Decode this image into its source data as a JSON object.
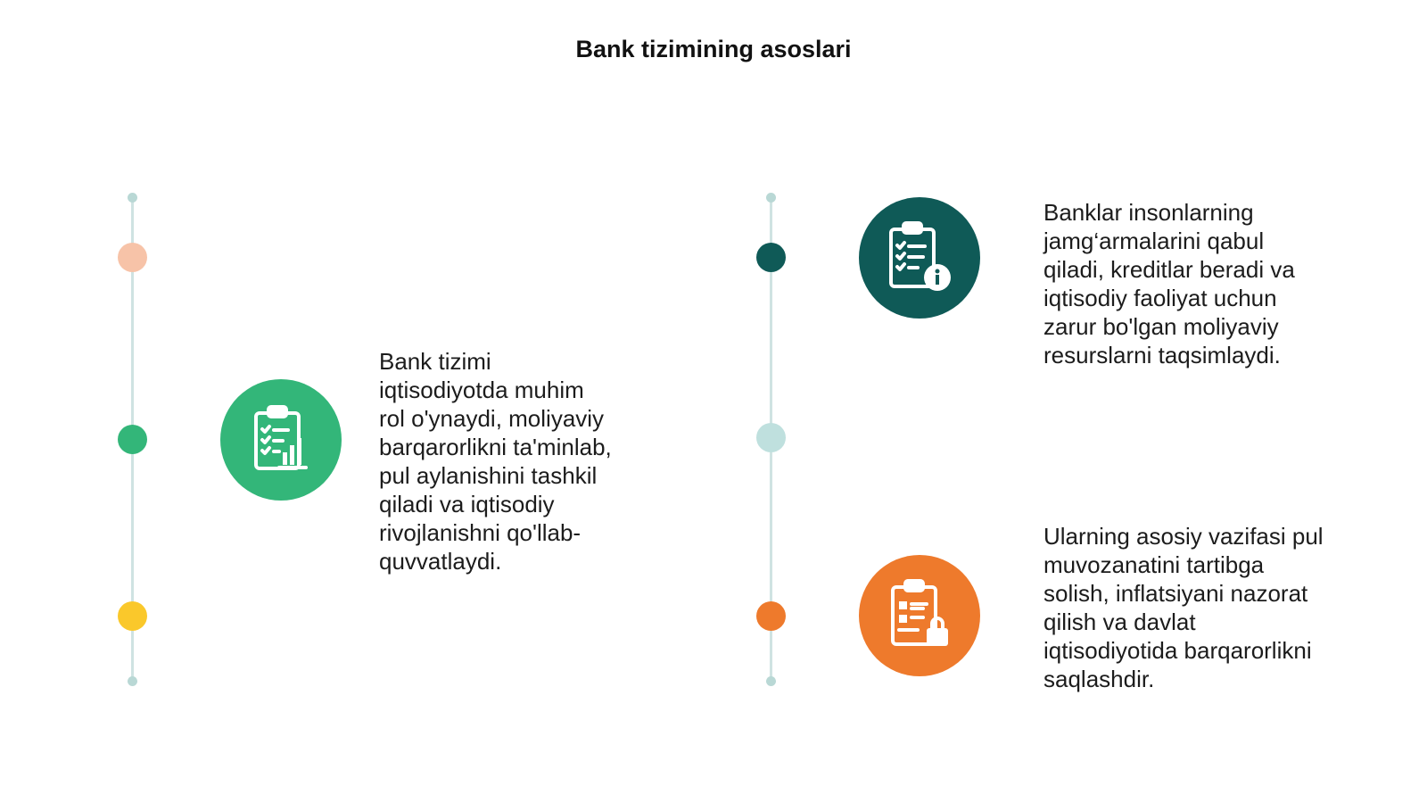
{
  "title": "Bank tizimining asoslari",
  "colors": {
    "line": "#cfe3e2",
    "green": "#33b679",
    "teal": "#0f5a57",
    "orange": "#ee7a2c",
    "peach": "#f7c3a8",
    "yellow": "#fac82b",
    "mint": "#bfe0de",
    "endcap": "#b9d8d5"
  },
  "items": [
    {
      "text": "Bank tizimi\niqtisodiyotda muhim\nrol o'ynaydi, moliyaviy\nbarqarorlikni ta'minlab,\npul aylanishini tashkil\nqiladi va iqtisodiy\nrivojlanishni qo'llab-\nquvvatlaydi.",
      "icon": "clipboard-chart-icon",
      "color": "#33b679"
    },
    {
      "text": "Banklar insonlarning\njamg‘armalarini qabul\nqiladi, kreditlar beradi va\niqtisodiy faoliyat uchun\nzarur bo'lgan moliyaviy\nresurslarni taqsimlaydi.",
      "icon": "clipboard-info-icon",
      "color": "#0f5a57"
    },
    {
      "text": "Ularning asosiy vazifasi pul\nmuvozanatini tartibga\nsolish, inflatsiyani nazorat\nqilish va davlat\niqtisodiyotida barqarorlikni\nsaqlashdir.",
      "icon": "clipboard-lock-icon",
      "color": "#ee7a2c"
    }
  ]
}
